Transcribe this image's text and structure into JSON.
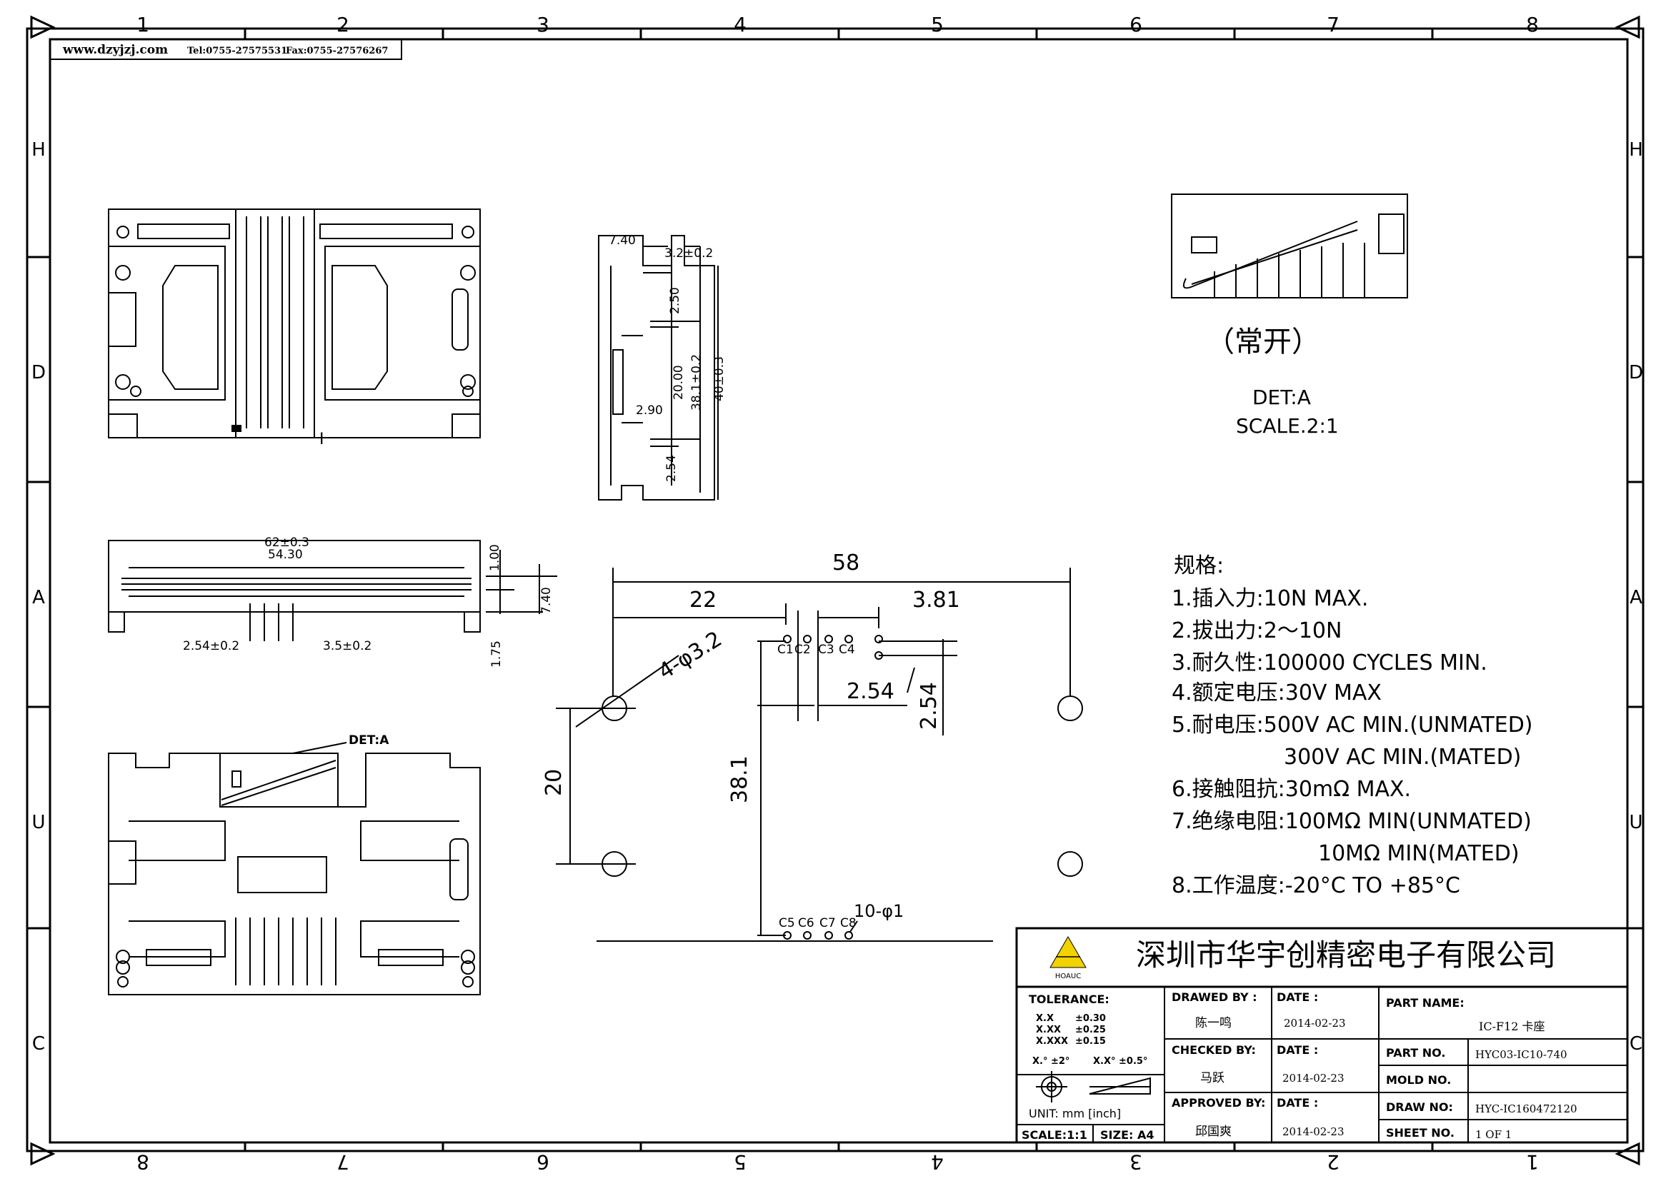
{
  "header": {
    "website": "www.dzyjzj.com",
    "tel": "Tel:0755-27575531",
    "fax": "Fax:0755-27576267"
  },
  "border": {
    "columns_top": [
      "1",
      "2",
      "3",
      "4",
      "5",
      "6",
      "7",
      "8"
    ],
    "columns_bottom": [
      "8",
      "7",
      "6",
      "5",
      "4",
      "3",
      "2",
      "1"
    ],
    "rows": [
      "H",
      "D",
      "A",
      "U",
      "C"
    ]
  },
  "top_view": {
    "label_marker": "I"
  },
  "side_view": {
    "dims": {
      "w740": "7.40",
      "d32": "3.2±0.2",
      "d250": "2.50",
      "d2000": "20.00",
      "d381": "38.1±0.2",
      "d40": "40±0.3",
      "d290": "2.90",
      "d254": "2.54"
    }
  },
  "front_view": {
    "dims": {
      "w62": "62±0.3",
      "w5430": "54.30",
      "h100": "1.00",
      "h740": "7.40",
      "p254": "2.54±0.2",
      "p35": "3.5±0.2",
      "h175": "1.75"
    }
  },
  "bottom_view": {
    "callout": "DET:A"
  },
  "detail": {
    "state": "（常开）",
    "title": "DET:A",
    "scale": "SCALE.2:1"
  },
  "footprint": {
    "dims": {
      "d58": "58",
      "d22": "22",
      "d381s": "3.81",
      "d254": "2.54",
      "d254v": "2.54",
      "d20": "20",
      "d381": "38.1",
      "holes4": "4-φ3.2",
      "holes10": "10-φ1"
    },
    "pins_top": [
      "C1",
      "C2",
      "C3",
      "C4"
    ],
    "pins_bottom": [
      "C5",
      "C6",
      "C7",
      "C8"
    ]
  },
  "specs": {
    "heading": "规格:",
    "items": [
      "1.插入力:10N MAX.",
      "2.拔出力:2～10N",
      "3.耐久性:100000 CYCLES MIN.",
      "4.额定电压:30V MAX",
      "5.耐电压:500V AC MIN.(UNMATED)",
      "300V AC MIN.(MATED)",
      "6.接触阻抗:30mΩ MAX.",
      "7.绝缘电阻:100MΩ MIN(UNMATED)",
      "10MΩ MIN(MATED)",
      "8.工作温度:-20°C TO +85°C"
    ]
  },
  "title_block": {
    "company": "深圳市华宇创精密电子有限公司",
    "logo_text": "HOAUC",
    "tolerance_label": "TOLERANCE:",
    "tol_x": "X.X",
    "tol_x_val": "±0.30",
    "tol_xx": "X.XX",
    "tol_xx_val": "±0.25",
    "tol_xxx": "X.XXX",
    "tol_xxx_val": "±0.15",
    "tol_ang1": "X.° ±2°",
    "tol_ang2": "X.X° ±0.5°",
    "unit": "UNIT: mm [inch]",
    "scale": "SCALE:1:1",
    "size": "SIZE: A4",
    "drawn_by_label": "DRAWED BY :",
    "drawn_by": "陈一鸣",
    "checked_by_label": "CHECKED BY:",
    "checked_by": "马跃",
    "approved_by_label": "APPROVED BY:",
    "approved_by": "邱国爽",
    "date_label": "DATE :",
    "date1": "2014-02-23",
    "date2": "2014-02-23",
    "date3": "2014-02-23",
    "part_name_label": "PART NAME:",
    "part_name": "IC-F12 卡座",
    "part_no_label": "PART NO.",
    "part_no": "HYC03-IC10-740",
    "mold_no_label": "MOLD NO.",
    "mold_no": "",
    "draw_no_label": "DRAW NO:",
    "draw_no": "HYC-IC160472120",
    "sheet_no_label": "SHEET NO.",
    "sheet_no": "1 OF 1"
  }
}
